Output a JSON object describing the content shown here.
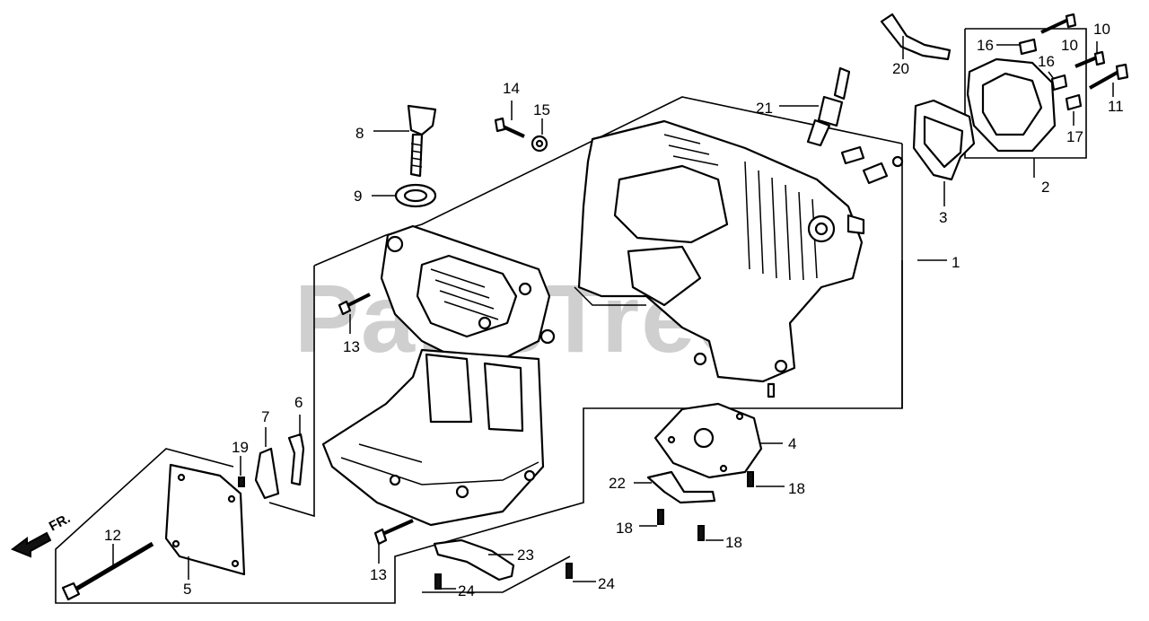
{
  "watermark": "PartsTree",
  "front_indicator": "FR.",
  "callouts": {
    "c1": "1",
    "c2": "2",
    "c3": "3",
    "c4": "4",
    "c5": "5",
    "c6": "6",
    "c7": "7",
    "c8": "8",
    "c9": "9",
    "c10a": "10",
    "c10b": "10",
    "c11": "11",
    "c12": "12",
    "c13a": "13",
    "c13b": "13",
    "c14": "14",
    "c15": "15",
    "c16a": "16",
    "c16b": "16",
    "c17": "17",
    "c18a": "18",
    "c18b": "18",
    "c18c": "18",
    "c19": "19",
    "c20": "20",
    "c21": "21",
    "c22": "22",
    "c23": "23",
    "c24a": "24",
    "c24b": "24"
  }
}
